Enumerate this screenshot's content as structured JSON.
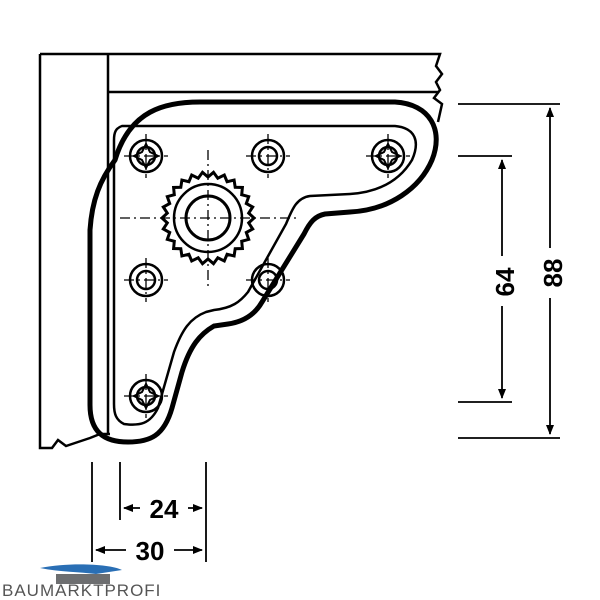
{
  "dimensions": {
    "width_inner": "24",
    "width_outer": "30",
    "height_inner": "64",
    "height_outer": "88"
  },
  "logo": {
    "text": "BAUMARKTPROFI",
    "colors": {
      "blue": "#2a6fb5",
      "grey": "#6d6e70"
    }
  },
  "colors": {
    "line": "#000000",
    "background": "#ffffff"
  }
}
